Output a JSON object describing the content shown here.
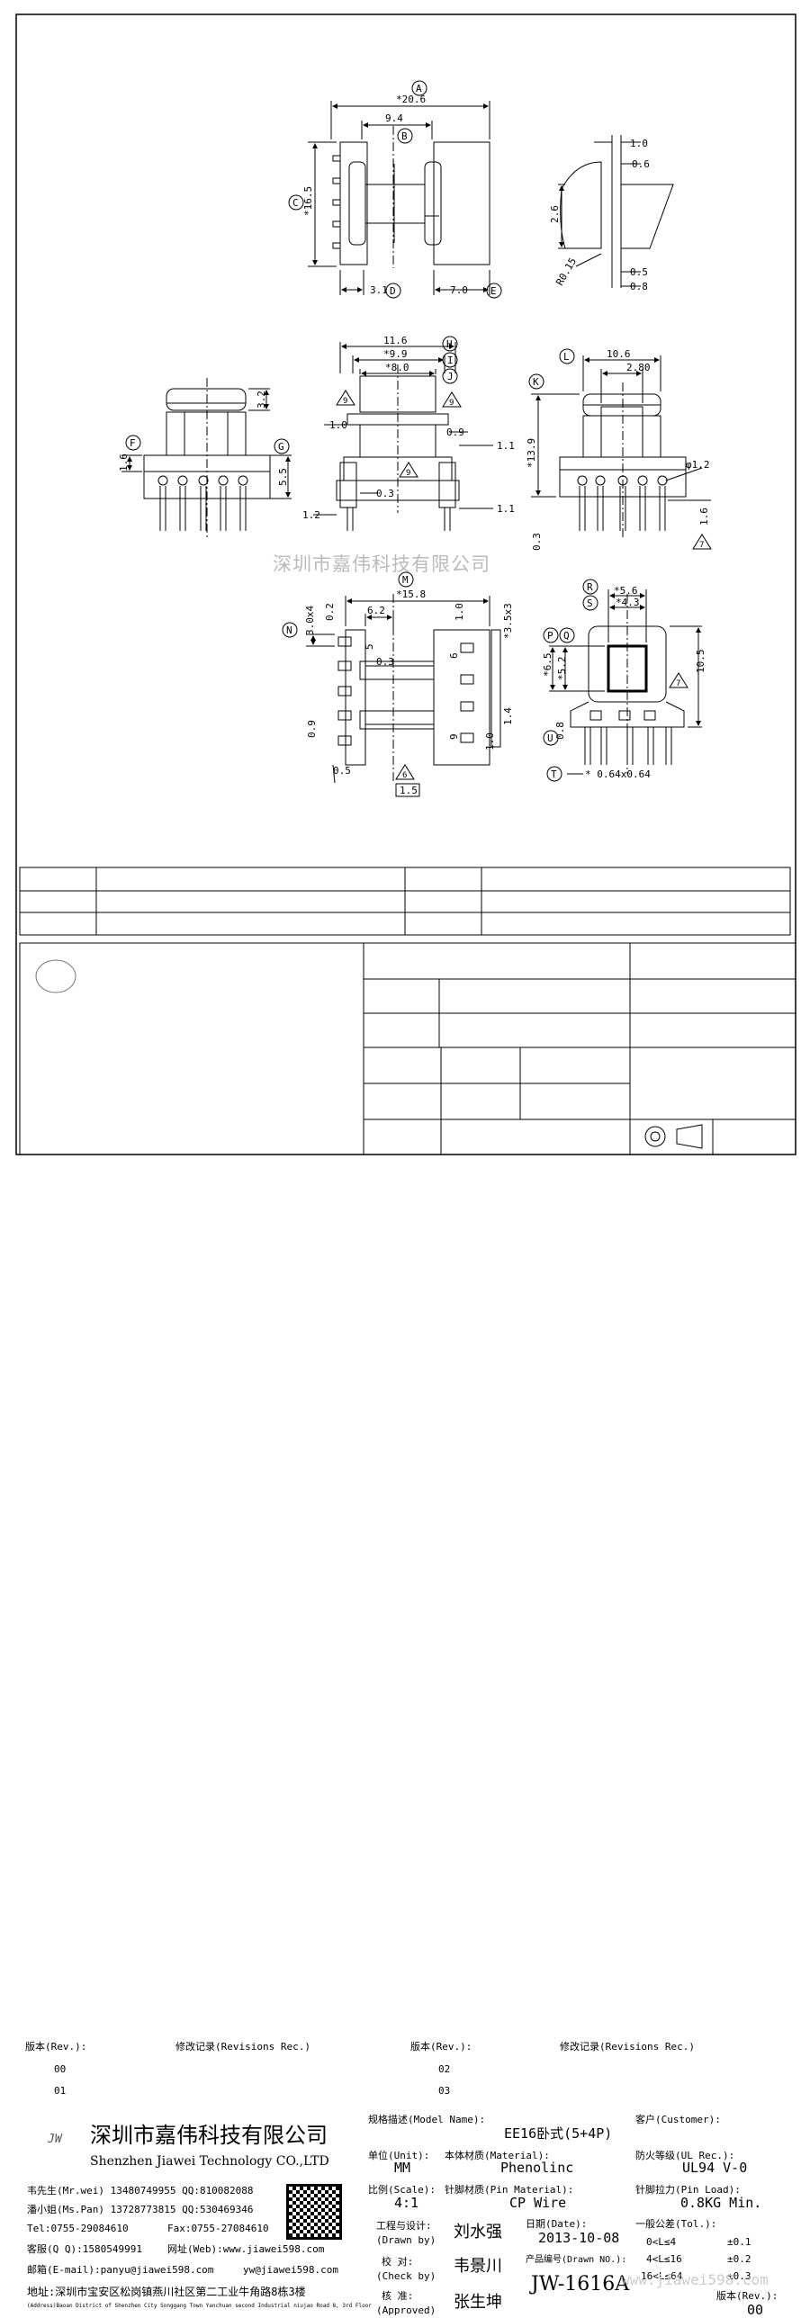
{
  "watermark": "深圳市嘉伟科技有限公司",
  "corner_watermark": "www.jiawei598.com",
  "dims": {
    "A": "A",
    "B": "B",
    "C": "C",
    "D": "D",
    "E": "E",
    "F": "F",
    "G": "G",
    "H": "H",
    "I": "I",
    "J": "J",
    "K": "K",
    "L": "L",
    "M": "M",
    "N": "N",
    "P": "P",
    "Q": "Q",
    "R": "R",
    "S": "S",
    "T": "T",
    "U": "U",
    "a": "*20.6",
    "b": "9.4",
    "c": "*16.5",
    "d": "3.1",
    "e": "7.0",
    "s1": "1.0",
    "s2": "0.6",
    "s3": "2.6",
    "s4": "R0.15",
    "s5": "0.5",
    "s6": "0.8",
    "f": "1.6",
    "g": "5.5",
    "h32": "3.2",
    "h": "11.6",
    "i": "*9.9",
    "j": "*8.0",
    "t10": "1.0",
    "t09": "0.9",
    "t11a": "1.1",
    "t11b": "1.1",
    "t03": "0.3",
    "t12": "1.2",
    "k": "*13.9",
    "l": "10.6",
    "l2": "2.80",
    "phi": "φ1.2",
    "r16": "1.6",
    "r03": "0.3",
    "m": "*15.8",
    "m62": "6.2",
    "m30": "3.0x4",
    "m02": "0.2",
    "m10": "1.0",
    "m35": "*3.5x3",
    "m5": "5",
    "m03": "0.3",
    "m09": "0.9",
    "m05": "0.5",
    "m15": "1.5",
    "m14": "1.4",
    "m10b": "1.0",
    "m6": "6",
    "m9": "9",
    "r": "*5.6",
    "s": "*4.3",
    "p": "*6.5",
    "q": "*5.2",
    "t": "* 0.64x0.64",
    "u": "0.8",
    "r105": "10.5",
    "tri9": "9",
    "tri7": "7",
    "tri6": "6"
  },
  "revisions": {
    "hdr_rev": "版本(Rev.):",
    "hdr_rec": "修改记录(Revisions Rec.)",
    "r00": "00",
    "r01": "01",
    "r02": "02",
    "r03": "03"
  },
  "company": {
    "logo": "JW",
    "name_cn": "深圳市嘉伟科技有限公司",
    "name_en": "Shenzhen Jiawei Technology CO.,LTD",
    "line1": "韦先生(Mr.wei) 13480749955 QQ:810082088",
    "line2": "潘小姐(Ms.Pan) 13728773815 QQ:530469346",
    "line3a": "Tel:0755-29084610",
    "line3b": "Fax:0755-27084610",
    "line4a": "客服(Q Q):1580549991",
    "line4b": "网址(Web):www.jiawei598.com",
    "line5a": "邮箱(E-mail):panyu@jiawei598.com",
    "line5b": "yw@jiawei598.com",
    "line6": "地址:深圳市宝安区松岗镇燕川社区第二工业牛角路8栋3楼",
    "line7": "(Address)Baoan District of Shenzhen City Songgang Town Yanchuan second Industrial niujao Road 8, 3rd Floor"
  },
  "title_block": {
    "model_label": "规格描述(Model Name):",
    "model": "EE16卧式(5+4P)",
    "customer_label": "客户(Customer):",
    "unit_label": "单位(Unit):",
    "unit": "MM",
    "material_label": "本体材质(Material):",
    "material": "Phenolinc",
    "ul_label": "防火等级(UL Rec.):",
    "ul": "UL94 V-0",
    "scale_label": "比例(Scale):",
    "scale": "4:1",
    "pin_label": "针脚材质(Pin Material):",
    "pin": "CP Wire",
    "load_label": "针脚拉力(Pin Load):",
    "load": "0.8KG Min.",
    "drawn_label": "工程与设计:",
    "drawn_label_en": "(Drawn by)",
    "drawn": "刘水强",
    "date_label": "日期(Date):",
    "date": "2013-10-08",
    "check_label": "校  对:",
    "check_label_en": "(Check by)",
    "check": "韦景川",
    "dwg_label": "产品编号(Drawn NO.):",
    "dwg": "JW-1616A",
    "approve_label": "核  准:",
    "approve_label_en": "(Approved)",
    "approve": "张生坤",
    "tol_label": "一般公差(Tol.):",
    "tol1a": "0<L≤4",
    "tol1b": "±0.1",
    "tol2a": "4<L≤16",
    "tol2b": "±0.2",
    "tol3a": "16<L≤64",
    "tol3b": "±0.3",
    "rev_label": "版本(Rev.):",
    "rev": "00"
  }
}
